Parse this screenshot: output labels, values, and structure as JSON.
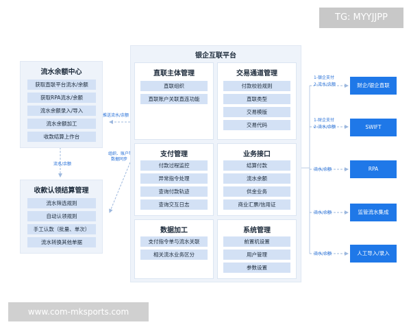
{
  "watermark_tg": "TG: MYYJJPP",
  "watermark_url": "www.com-mksports.com",
  "left_top": {
    "title": "流水余额中心",
    "items": [
      "获取直联平台流水/余额",
      "获取RPA流水/余额",
      "流水余额录入/导入",
      "流水余额加工",
      "收款结算上作台"
    ]
  },
  "left_bottom": {
    "title": "收款认领结算管理",
    "items": [
      "流水筛选规则",
      "自动认领规则",
      "手工认款（批量、单次）",
      "流水转换其他单据"
    ]
  },
  "left_arrow_label": "流水/余额",
  "center_to_left_top_label": "推送流水/余额",
  "center_to_left_bottom_label": [
    "组织、账户等",
    "数据同步"
  ],
  "platform_title": "银企互联平台",
  "cards": [
    {
      "title": "直联主体管理",
      "items": [
        "直联组织",
        "直联账户关联直连功能"
      ]
    },
    {
      "title": "交易通道管理",
      "items": [
        "付款校验规则",
        "直联类型",
        "交易模版",
        "交易代码"
      ]
    },
    {
      "title": "支付管理",
      "items": [
        "付款过程监控",
        "异常指令处理",
        "查询付款轨迹",
        "查询交互日志"
      ]
    },
    {
      "title": "业务接口",
      "items": [
        "结算付款",
        "流水余额",
        "供金业务",
        "商业汇票/信用证"
      ]
    },
    {
      "title": "数据加工",
      "items": [
        "支付指令单与流水关联",
        "相关流水业务区分"
      ]
    },
    {
      "title": "系统管理",
      "items": [
        "前置机设置",
        "用户管理",
        "参数设置"
      ]
    }
  ],
  "external": [
    {
      "label": "财企/银企直联",
      "notes": [
        "1-银企支付",
        "2-流水/余额"
      ]
    },
    {
      "label": "SWIFT",
      "notes": [
        "1-财企支付",
        "2-流水/余额"
      ]
    },
    {
      "label": "RPA",
      "notes": [
        "流水/余额"
      ]
    },
    {
      "label": "监管流水集成",
      "notes": [
        "流水/余额"
      ]
    },
    {
      "label": "人工导入/录入",
      "notes": [
        "流水/余额"
      ]
    }
  ]
}
